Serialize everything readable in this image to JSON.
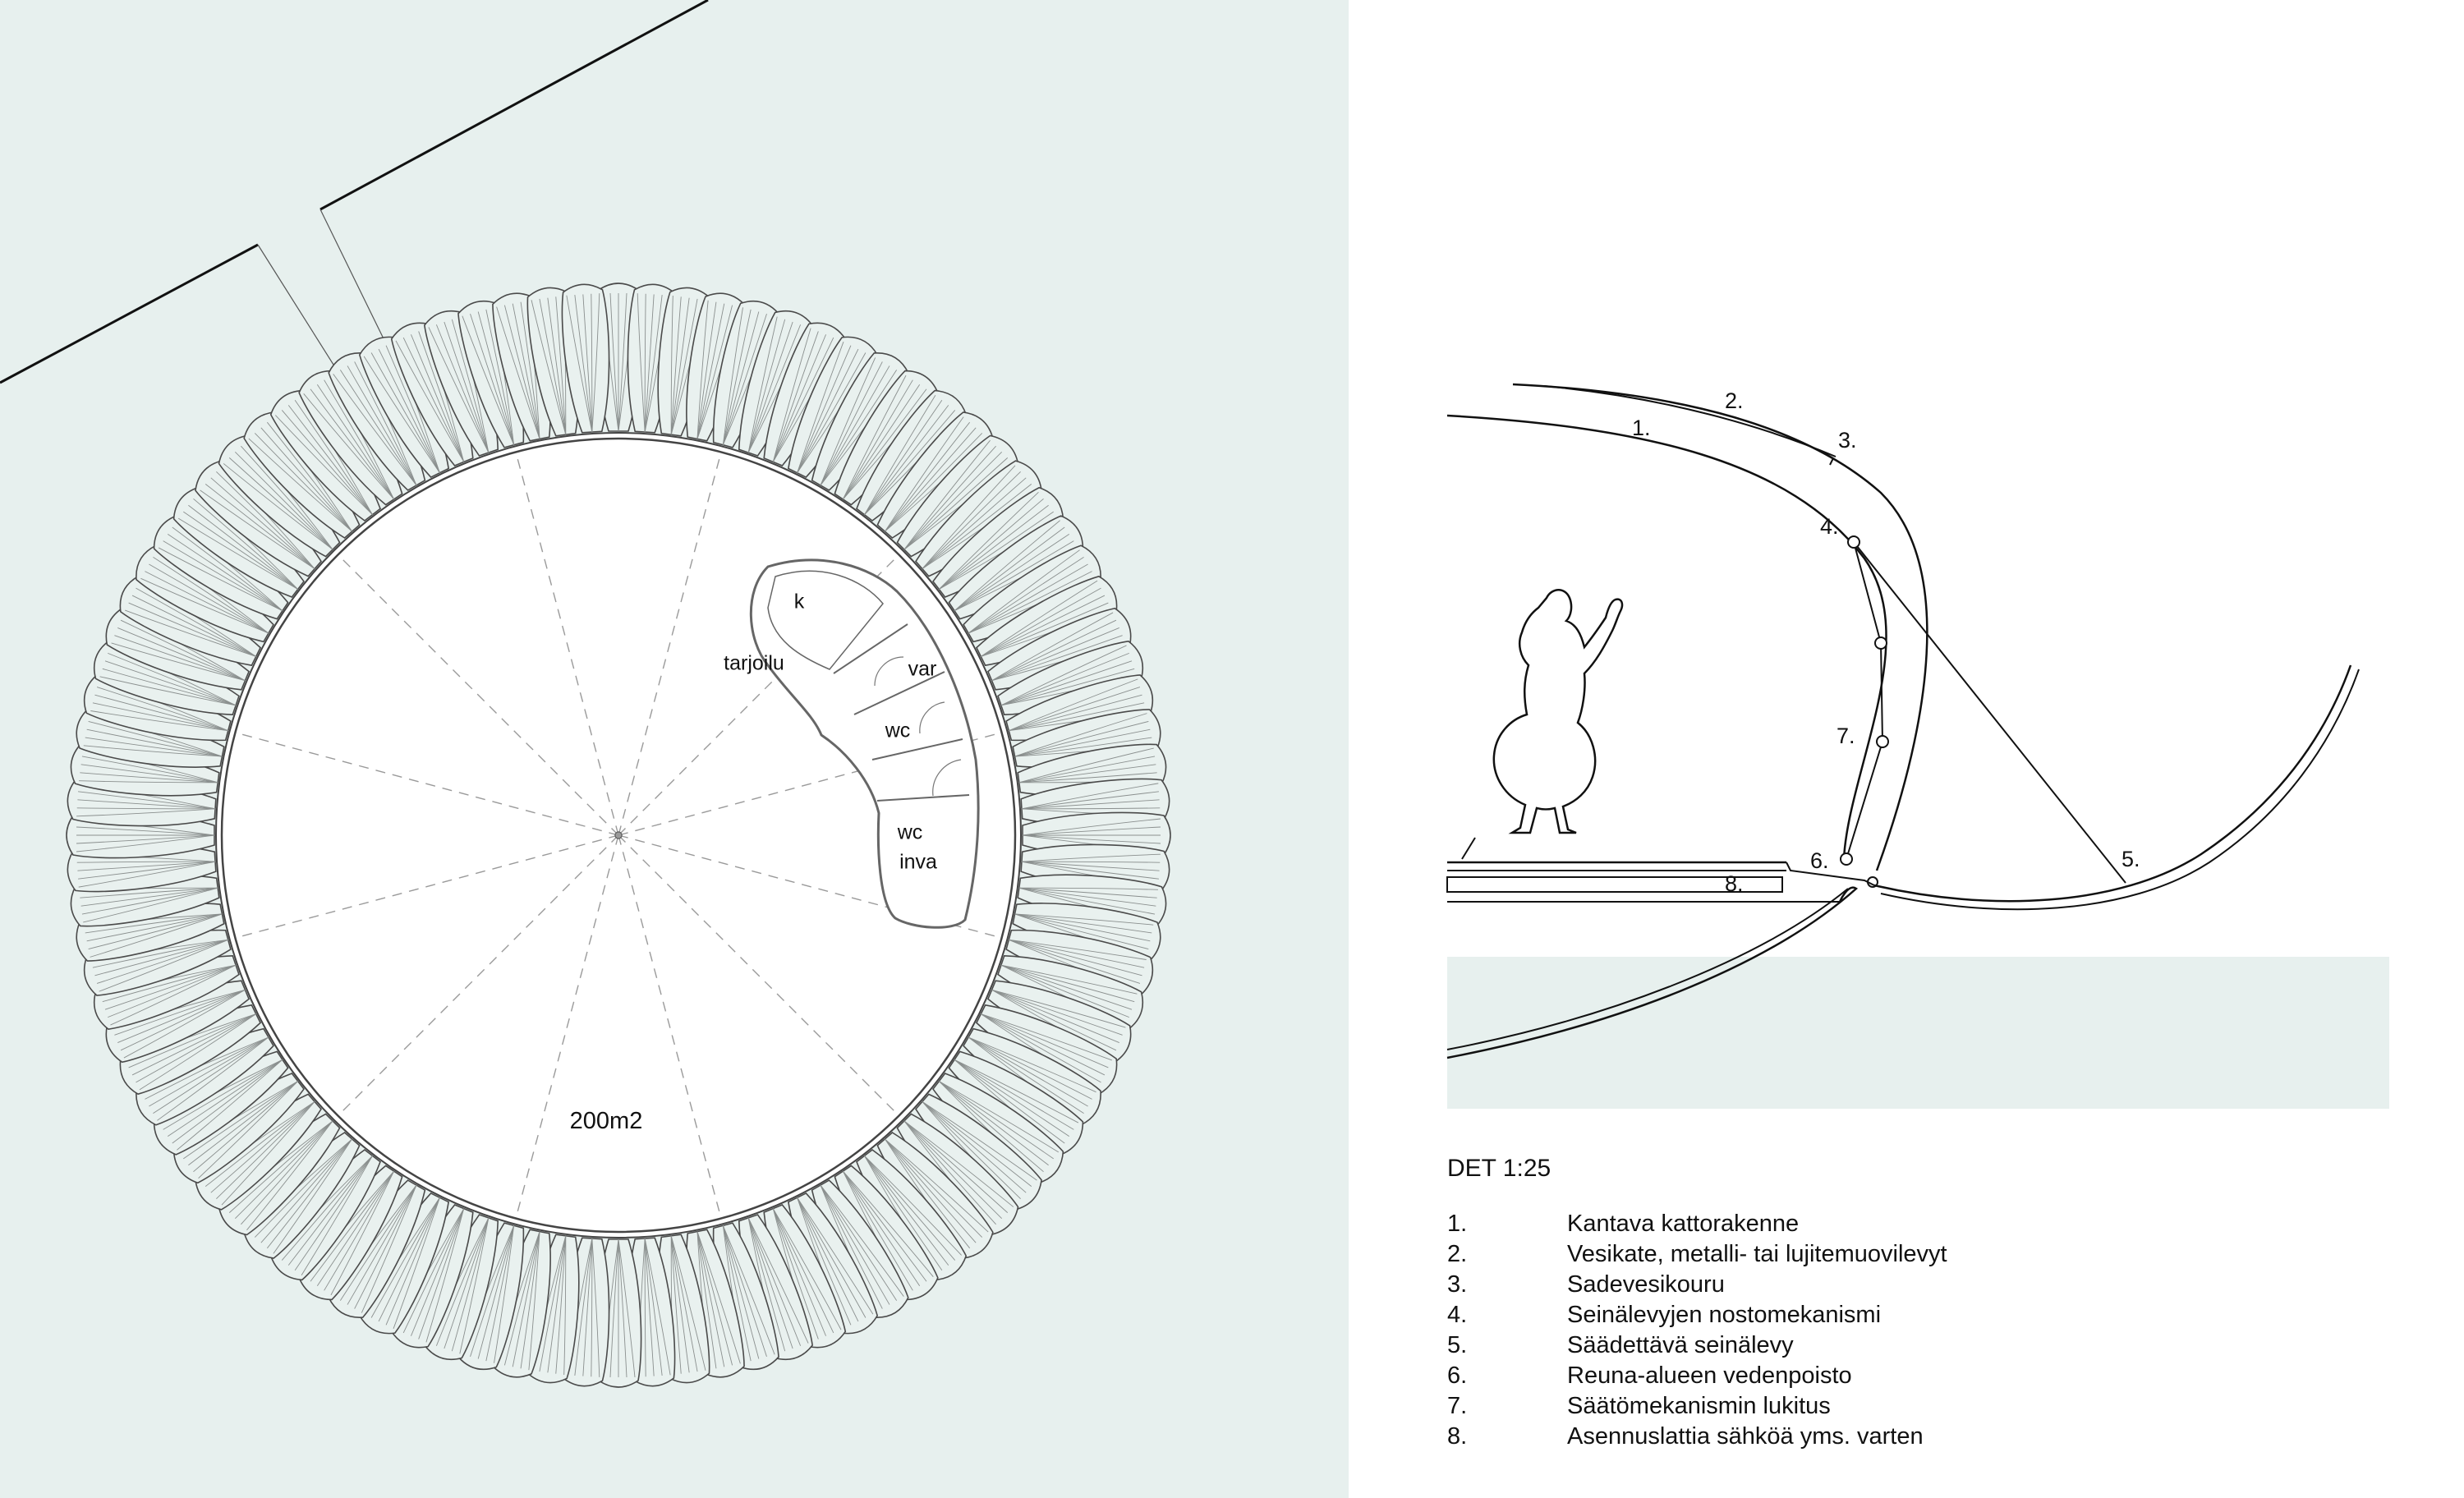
{
  "plan": {
    "rooms": {
      "k": "k",
      "tarjoilu": "tarjoilu",
      "var": "var",
      "wc": "wc",
      "wc_inva_1": "wc",
      "wc_inva_2": "inva",
      "area": "200m2"
    },
    "petal_count": 96,
    "spoke_count": 12
  },
  "section": {
    "labels": [
      "1.",
      "2.",
      "3.",
      "4.",
      "5.",
      "6.",
      "7.",
      "8."
    ],
    "title": "DET 1:25",
    "legend": [
      {
        "num": "1.",
        "text": "Kantava kattorakenne"
      },
      {
        "num": "2.",
        "text": "Vesikate, metalli- tai lujitemuovilevyt"
      },
      {
        "num": "3.",
        "text": "Sadevesikouru"
      },
      {
        "num": "4.",
        "text": "Seinälevyjen nostomekanismi"
      },
      {
        "num": "5.",
        "text": "Säädettävä seinälevy"
      },
      {
        "num": "6.",
        "text": "Reuna-alueen vedenpoisto"
      },
      {
        "num": "7.",
        "text": "Säätömekanismin lukitus"
      },
      {
        "num": "8.",
        "text": "Asennuslattia sähköä yms. varten"
      }
    ]
  },
  "colors": {
    "plan_background": "#e7f0ee",
    "ground_fill": "#e7f0ee",
    "line": "#222222"
  }
}
